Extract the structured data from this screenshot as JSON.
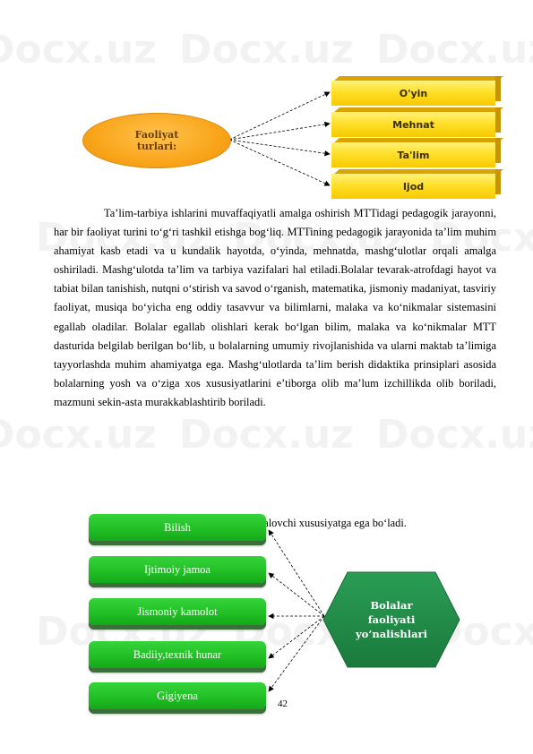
{
  "diagram1": {
    "center": "Faoliyat\nturlari:",
    "items": [
      "O'yin",
      "Mehnat",
      "Ta'lim",
      "Ijod"
    ],
    "colors": {
      "oval": "#f9a51a",
      "box": "#ffe02a"
    }
  },
  "paragraph1": "Ta’lim-tarbiya ishlarini muvaffaqiyatli amalga oshirish MTTidagi pedagogik jarayonni, har bir faoliyat turini to‘g‘ri tashkil etishga bog‘liq. MTTining pedagogik jarayonida ta’lim muhim ahamiyat kasb etadi va u kundalik hayotda, o‘yinda, mehnatda, mashg‘ulotlar orqali amalga oshiriladi. Mashg‘ulotda ta’lim va tarbiya vazifalari hal etiladi.Bolalar tevarak-atrofdagi hayot va tabiat bilan tanishish, nutqni o‘stirish va savod o‘rganish, matematika, jismoniy madaniyat, tasviriy faoliyat, musiqa bo‘yicha eng oddiy tasavvur va bilimlarni, malaka va ko‘nikmalar sistemasini egallab oladilar. Bolalar egallab olishlari kerak bo‘lgan bilim, malaka va ko‘nikmalar MTT dasturida belgilab berilgan bo‘lib, u bolalarning umumiy rivojlanishida va ularni maktab ta’limiga tayyorlashda muhim ahamiyatga ega. Mashg‘ulotlarda ta’lim berish didaktika prinsiplari asosida bolalarning yosh va o‘ziga xos xususiyatlarini e’tiborga olib ma’lum izchillikda olib boriladi, mazmuni sekin-asta murakkablashtirib boriladi.",
  "paragraph2": "Natijada u rivojlantiruvchi va tarbiyalovchi xususiyatga ega bo‘ladi.",
  "diagram2": {
    "center": "Bolalar\nfaoliyati\nyo’nalishlari",
    "items": [
      "Bilish",
      "Ijtimoiy jamoa",
      "Jismoniy kamolot",
      "Badiiy,texnik hunar",
      "Gigiyena"
    ],
    "colors": {
      "hexagon": "#1f8f44",
      "box": "#22c026"
    }
  },
  "page_number": "42",
  "watermark": "Docx.uz"
}
